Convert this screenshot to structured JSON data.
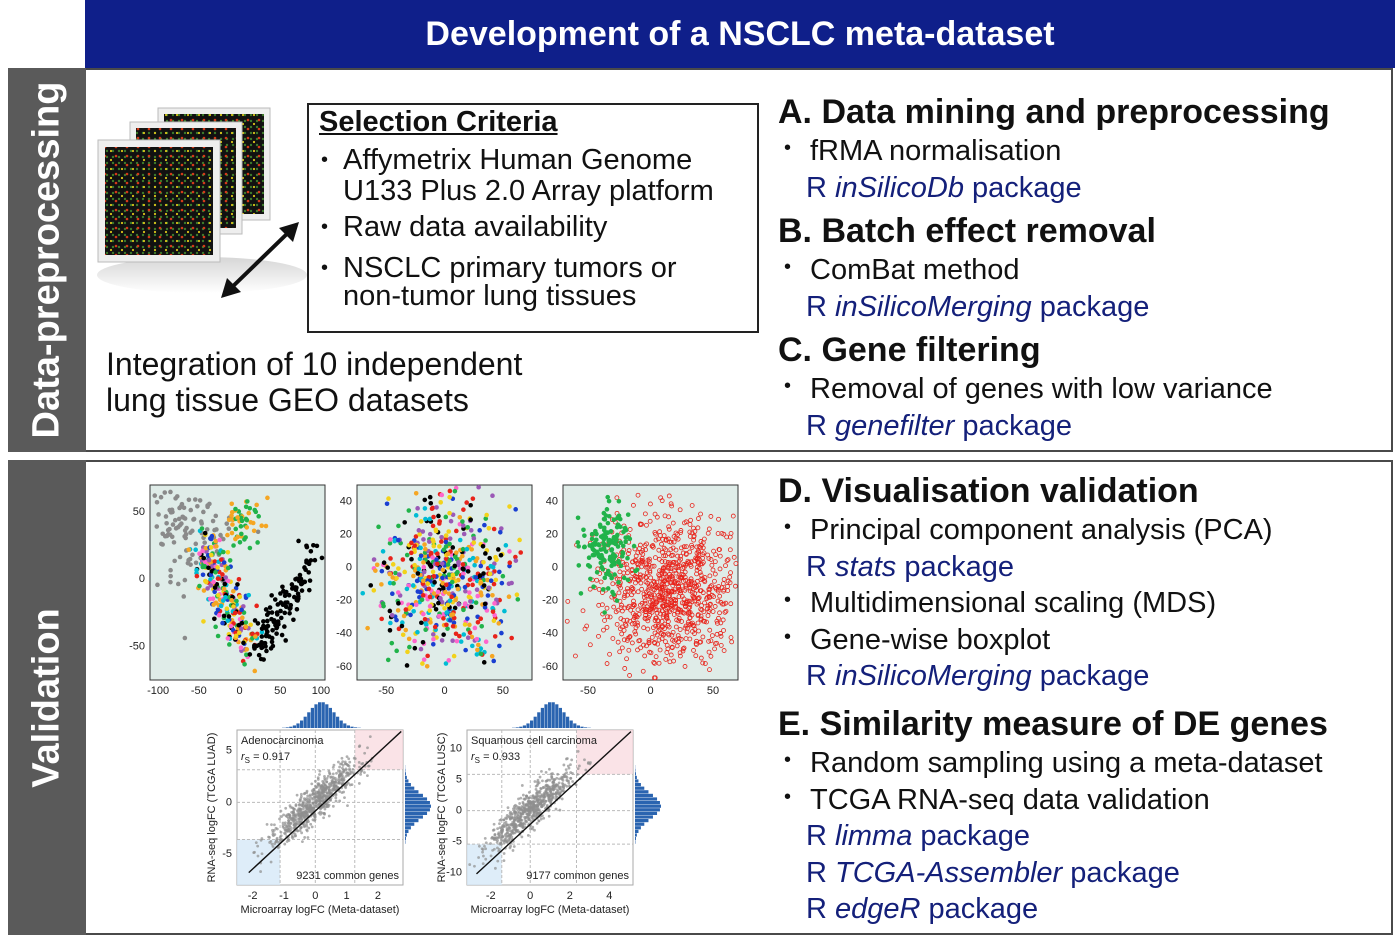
{
  "title": "Development of a NSCLC meta-dataset",
  "sections": {
    "preprocessing_label": "Data-preprocessing",
    "validation_label": "Validation"
  },
  "selection": {
    "title": "Selection Criteria",
    "items": [
      "Affymetrix Human Genome",
      "U133 Plus 2.0 Array platform",
      "Raw data availability",
      "NSCLC primary tumors or",
      "non-tumor lung tissues"
    ]
  },
  "integration": {
    "line1": "Integration of 10 independent",
    "line2": "lung tissue GEO datasets"
  },
  "steps": {
    "a": {
      "heading": "A. Data mining and preprocessing",
      "item": "fRMA normalisation",
      "r": "R",
      "pkg": "inSilicoDb",
      "suffix": " package"
    },
    "b": {
      "heading": "B. Batch effect removal",
      "item": "ComBat method",
      "r": "R",
      "pkg": "inSilicoMerging",
      "suffix": " package"
    },
    "c": {
      "heading": "C. Gene filtering",
      "item": "Removal of genes with low variance",
      "r": "R",
      "pkg": "genefilter",
      "suffix": " package"
    },
    "d": {
      "heading": "D. Visualisation validation",
      "item1": "Principal component analysis (PCA)",
      "pkg1": "stats",
      "item2": "Multidimensional scaling (MDS)",
      "item3": "Gene-wise boxplot",
      "pkg2": "inSilicoMerging",
      "r": "R",
      "suffix": " package"
    },
    "e": {
      "heading": "E. Similarity measure of DE genes",
      "item1": "Random sampling using a meta-dataset",
      "item2": "TCGA RNA-seq data validation",
      "pkg1": "limma",
      "pkg2": "TCGA-Assembler",
      "pkg3": "edgeR",
      "r": "R",
      "suffix": " package"
    }
  },
  "colors": {
    "title_bg": "#0f1f8a",
    "side_bg": "#5a5a5a",
    "pkg_text": "#14207a",
    "plot_bg": "#dfece8"
  },
  "chart_data": [
    {
      "type": "scatter",
      "xticks": [
        "-100",
        "-50",
        "0",
        "50",
        "100"
      ],
      "yticks": [
        "50",
        "0",
        "-50"
      ],
      "xlim": [
        -110,
        105
      ],
      "ylim": [
        -75,
        70
      ]
    },
    {
      "type": "scatter",
      "xticks": [
        "-50",
        "0",
        "50"
      ],
      "yticks": [
        "40",
        "20",
        "0",
        "-20",
        "-40",
        "-60"
      ],
      "xlim": [
        -75,
        75
      ],
      "ylim": [
        -68,
        50
      ]
    },
    {
      "type": "scatter",
      "xticks": [
        "-50",
        "0",
        "50"
      ],
      "yticks": [
        "40",
        "20",
        "0",
        "-20",
        "-40",
        "-60"
      ],
      "xlim": [
        -70,
        70
      ],
      "ylim": [
        -68,
        50
      ]
    },
    {
      "type": "scatter",
      "title": "Adenocarcinoma",
      "stat_label": "r",
      "stat_sub": "S",
      "stat_value": "= 0.917",
      "annotation": "9231 common genes",
      "xlabel": "Microarray logFC (Meta-dataset)",
      "ylabel": "RNA-seq logFC (TCGA LUAD)",
      "xticks": [
        "-2",
        "-1",
        "0",
        "1",
        "2"
      ],
      "yticks": [
        "5",
        "0",
        "-5"
      ],
      "xlim": [
        -2.5,
        2.8
      ],
      "ylim": [
        -8,
        7
      ]
    },
    {
      "type": "scatter",
      "title": "Squamous cell carcinoma",
      "stat_label": "r",
      "stat_sub": "S",
      "stat_value": "= 0.933",
      "annotation": "9177 common genes",
      "xlabel": "Microarray logFC (Meta-dataset)",
      "ylabel": "RNA-seq logFC (TCGA LUSC)",
      "xticks": [
        "-2",
        "0",
        "2",
        "4"
      ],
      "yticks": [
        "10",
        "5",
        "0",
        "-5",
        "-10"
      ],
      "xlim": [
        -3.2,
        5.2
      ],
      "ylim": [
        -12,
        13
      ]
    }
  ]
}
